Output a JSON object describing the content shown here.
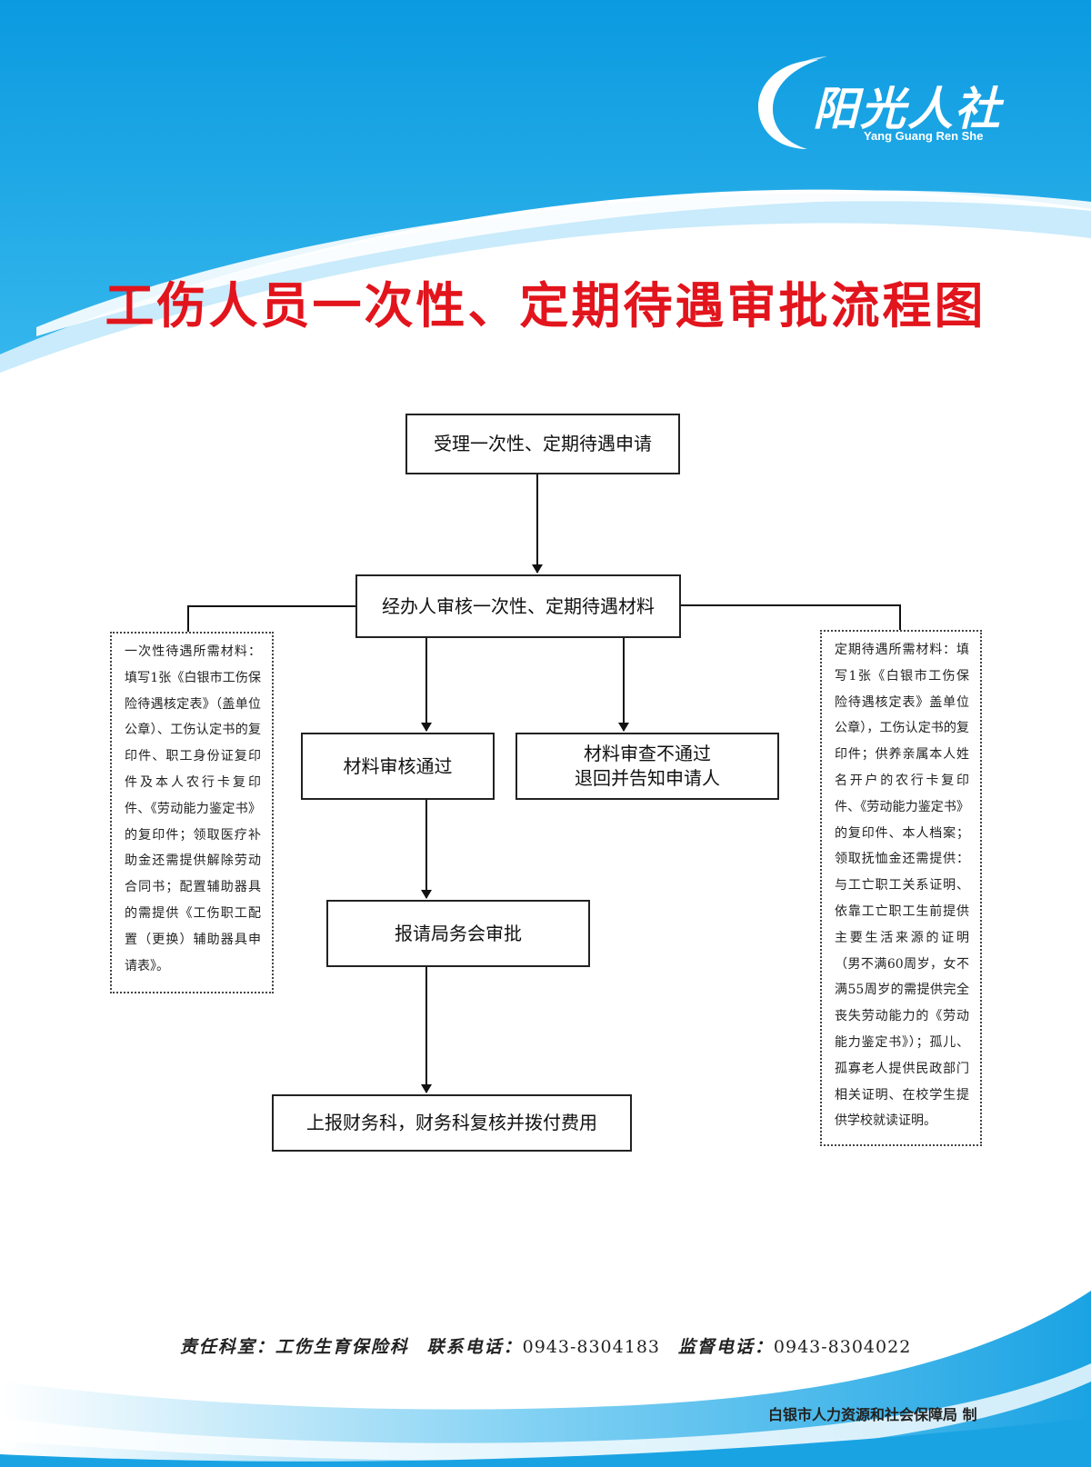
{
  "logo": {
    "name": "阳光人社",
    "subtitle": "Yang Guang Ren She"
  },
  "title": "工伤人员一次性、定期待遇审批流程图",
  "flow": {
    "step1": "受理一次性、定期待遇申请",
    "step2": "经办人审核一次性、定期待遇材料",
    "pass": "材料审核通过",
    "fail_line1": "材料审查不通过",
    "fail_line2": "退回并告知申请人",
    "step4": "报请局务会审批",
    "step5": "上报财务科，财务科复核并拨付费用"
  },
  "notes": {
    "left": "一次性待遇所需材料：填写1张《白银市工伤保险待遇核定表》（盖单位公章）、工伤认定书的复印件、职工身份证复印件及本人农行卡复印件、《劳动能力鉴定书》的复印件；领取医疗补助金还需提供解除劳动合同书；配置辅助器具的需提供《工伤职工配置（更换）辅助器具申请表》。",
    "right": "定期待遇所需材料：填写1张《白银市工伤保险待遇核定表》盖单位公章），工伤认定书的复印件；供养亲属本人姓名开户的农行卡复印件、《劳动能力鉴定书》的复印件、本人档案；领取抚恤金还需提供：与工亡职工关系证明、依靠工亡职工生前提供主要生活来源的证明（男不满60周岁，女不满55周岁的需提供完全丧失劳动能力的《劳动能力鉴定书》）；孤儿、孤寡老人提供民政部门相关证明、在校学生提供学校就读证明。"
  },
  "footer": {
    "dept_label": "责任科室：",
    "dept": "工伤生育保险科",
    "phone_label": "联系电话：",
    "phone": "0943-8304183",
    "supervise_label": "监督电话：",
    "supervise": "0943-8304022",
    "maker": "白银市人力资源和社会保障局 制"
  },
  "colors": {
    "sky": "#1aa3e3",
    "light_sky": "#8fd3f4",
    "title_red": "#e2141c",
    "white": "#ffffff"
  },
  "icons": {
    "logo": "sun-arc-icon",
    "arrow": "arrow-down-icon"
  }
}
